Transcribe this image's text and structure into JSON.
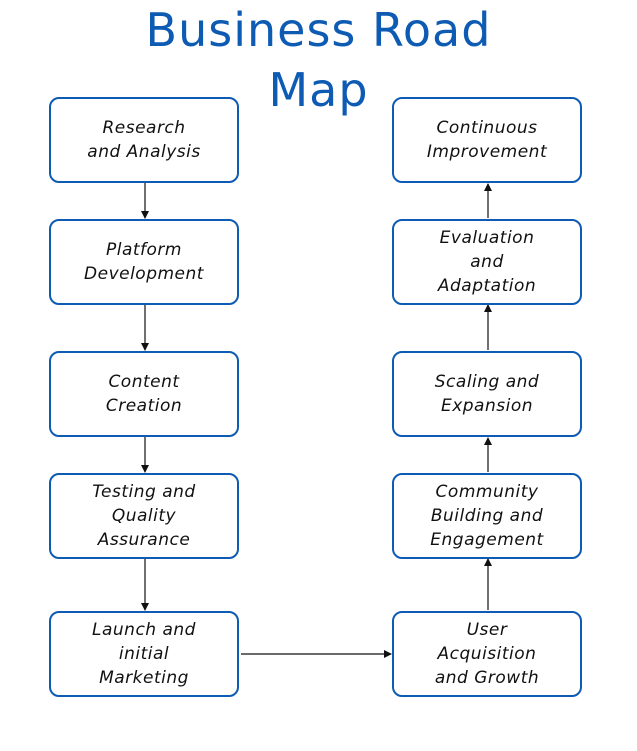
{
  "title": {
    "line1": "Business Road",
    "line2": "Map"
  },
  "colors": {
    "accent": "#0e5bb3",
    "text": "#111111",
    "arrow": "#111111"
  },
  "left_column": [
    {
      "label": "Research\nand Analysis"
    },
    {
      "label": "Platform\nDevelopment"
    },
    {
      "label": "Content\nCreation"
    },
    {
      "label": "Testing and\nQuality\nAssurance"
    },
    {
      "label": "Launch and\ninitial\nMarketing"
    }
  ],
  "right_column": [
    {
      "label": "Continuous\nImprovement"
    },
    {
      "label": "Evaluation\nand\nAdaptation"
    },
    {
      "label": "Scaling and\nExpansion"
    },
    {
      "label": "Community\nBuilding and\nEngagement"
    },
    {
      "label": "User\nAcquisition\nand  Growth"
    }
  ]
}
